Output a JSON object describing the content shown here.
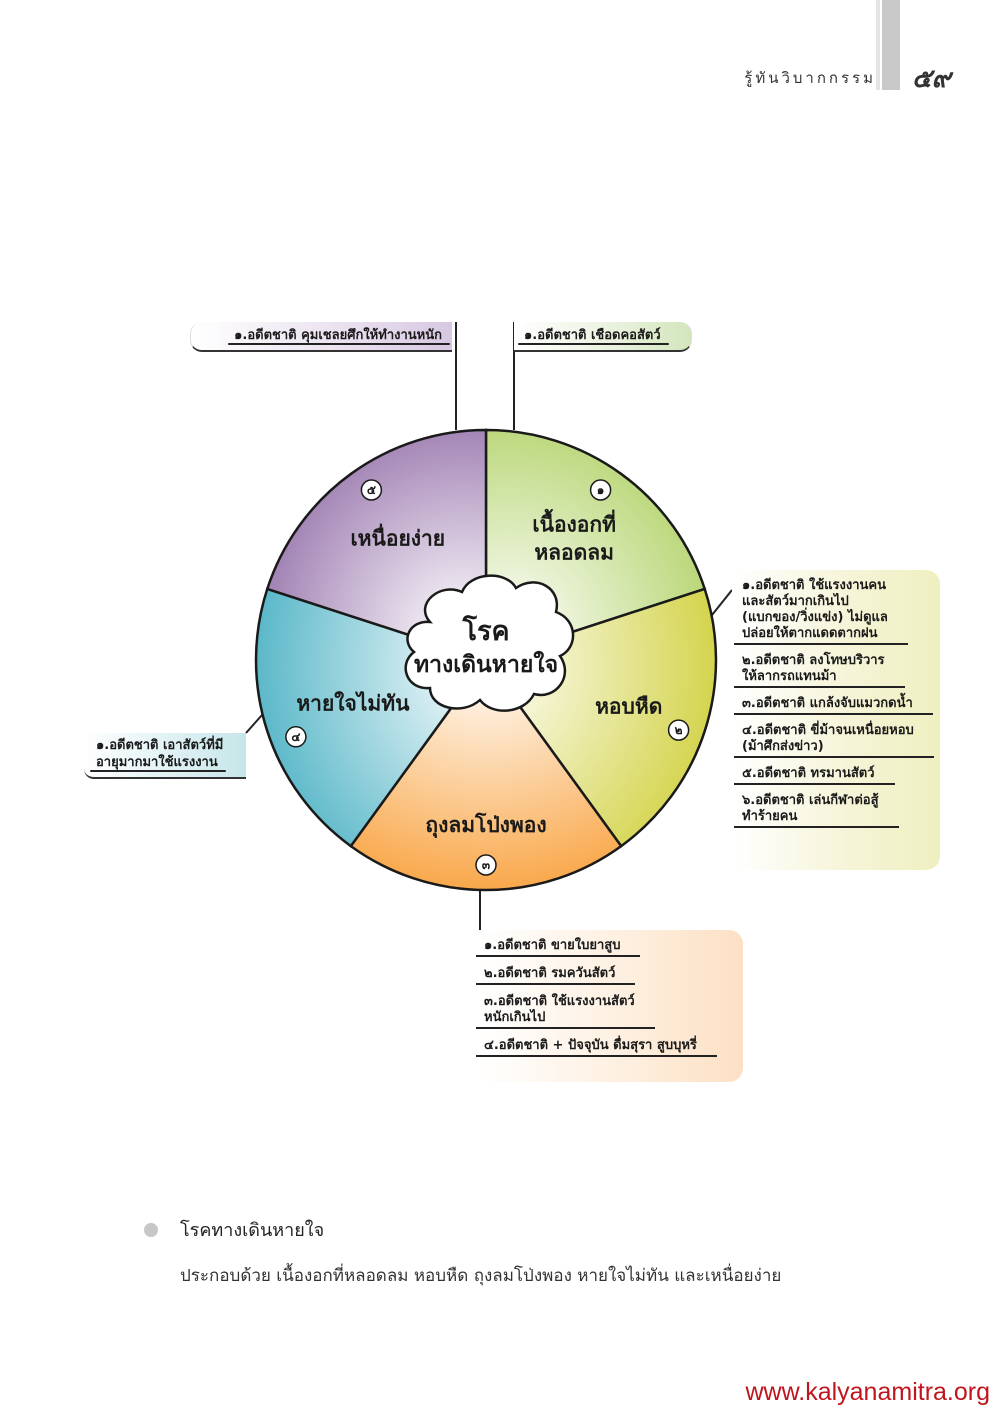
{
  "header": {
    "title": "รู้ทันวิบากกรรม",
    "page_number": "๕๙"
  },
  "diagram": {
    "center": {
      "line1": "โรค",
      "line2": "ทางเดินหายใจ"
    },
    "segments": [
      {
        "number": "๑",
        "label_lines": [
          "เนื้องอกที่",
          "หลอดลม"
        ],
        "color": "#b5d46f"
      },
      {
        "number": "๒",
        "label_lines": [
          "หอบหืด"
        ],
        "color": "#d4d44e"
      },
      {
        "number": "๓",
        "label_lines": [
          "ถุงลมโป่งพอง"
        ],
        "color": "#f9a84b"
      },
      {
        "number": "๔",
        "label_lines": [
          "หายใจไม่ทัน"
        ],
        "color": "#5bb8c9"
      },
      {
        "number": "๕",
        "label_lines": [
          "เหนื่อยง่าย"
        ],
        "color": "#9a78ae"
      }
    ]
  },
  "callouts": {
    "top_left": "๑.อดีตชาติ คุมเชลยศึกให้ทำงานหนัก",
    "top_right": "๑.อดีตชาติ เชือดคอสัตว์",
    "left": "๑.อดีตชาติ เอาสัตว์ที่มี\nอายุมากมาใช้แรงงาน",
    "right": [
      "๑.อดีตชาติ ใช้แรงงานคน\nและสัตว์มากเกินไป\n(แบกของ/วิ่งแข่ง) ไม่ดูแล\nปล่อยให้ตากแดดตากฝน",
      "๒.อดีตชาติ ลงโทษบริวาร\nให้ลากรถแทนม้า",
      "๓.อดีตชาติ แกล้งจับแมวกดน้ำ",
      "๔.อดีตชาติ ขี่ม้าจนเหนื่อยหอบ\n(ม้าศึกส่งข่าว)",
      "๕.อดีตชาติ ทรมานสัตว์",
      "๖.อดีตชาติ เล่นกีฬาต่อสู้\nทำร้ายคน"
    ],
    "bottom": [
      "๑.อดีตชาติ ขายใบยาสูบ",
      "๒.อดีตชาติ รมควันสัตว์",
      "๓.อดีตชาติ ใช้แรงงานสัตว์\nหนักเกินไป",
      "๔.อดีตชาติ + ปัจจุบัน ดื่มสุรา สูบบุหรี่"
    ]
  },
  "section": {
    "heading": "โรคทางเดินหายใจ",
    "body": "ประกอบด้วย เนื้องอกที่หลอดลม หอบหืด ถุงลมโป่งพอง หายใจไม่ทัน และเหนื่อยง่าย"
  },
  "footer": {
    "url": "www.kalyanamitra.org"
  }
}
